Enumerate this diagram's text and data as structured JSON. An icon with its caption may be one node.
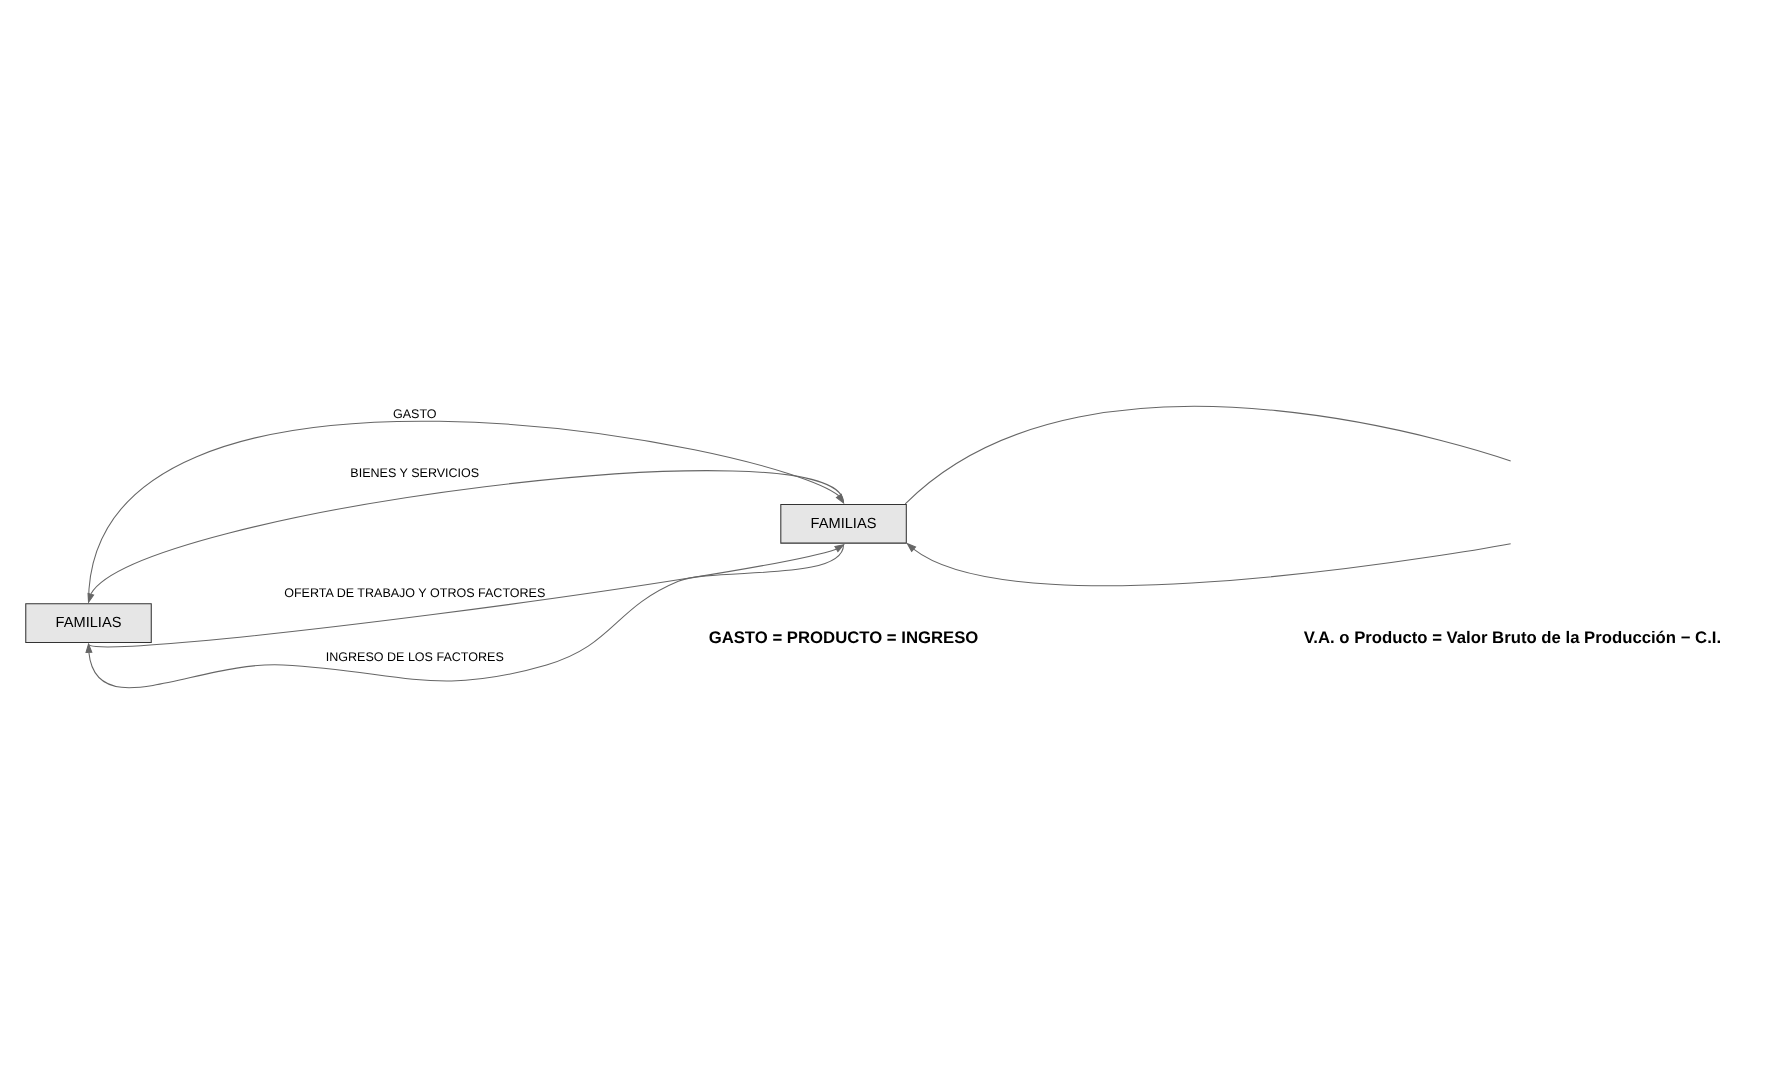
{
  "diagram": {
    "nodes": [
      {
        "text": [
          "FAMILIAS"
        ]
      },
      {
        "text": [
          "FAMILIAS"
        ]
      }
    ],
    "edges": [
      {
        "from": 0,
        "to": 1,
        "arrow": "to",
        "label": "GASTO"
      },
      {
        "from": 1,
        "to": 0,
        "arrow": "to",
        "label": "BIENES Y SERVICIOS"
      },
      {
        "from": 0,
        "to": 1,
        "arrow": "to",
        "label": "OFERTA DE TRABAJO Y OTROS FACTORES"
      },
      {
        "from": 1,
        "to": 0,
        "arrow": "to",
        "label": "INGRESO DE LOS FACTORES"
      },
      {
        "from": 1,
        "to": null,
        "arrow": "none"
      },
      {
        "from": null,
        "to": 1,
        "arrow": "to"
      }
    ],
    "labels": [
      "GASTO = PRODUCTO = INGRESO",
      "V.A. o Producto = Valor Bruto de la Producción − C.I."
    ]
  }
}
